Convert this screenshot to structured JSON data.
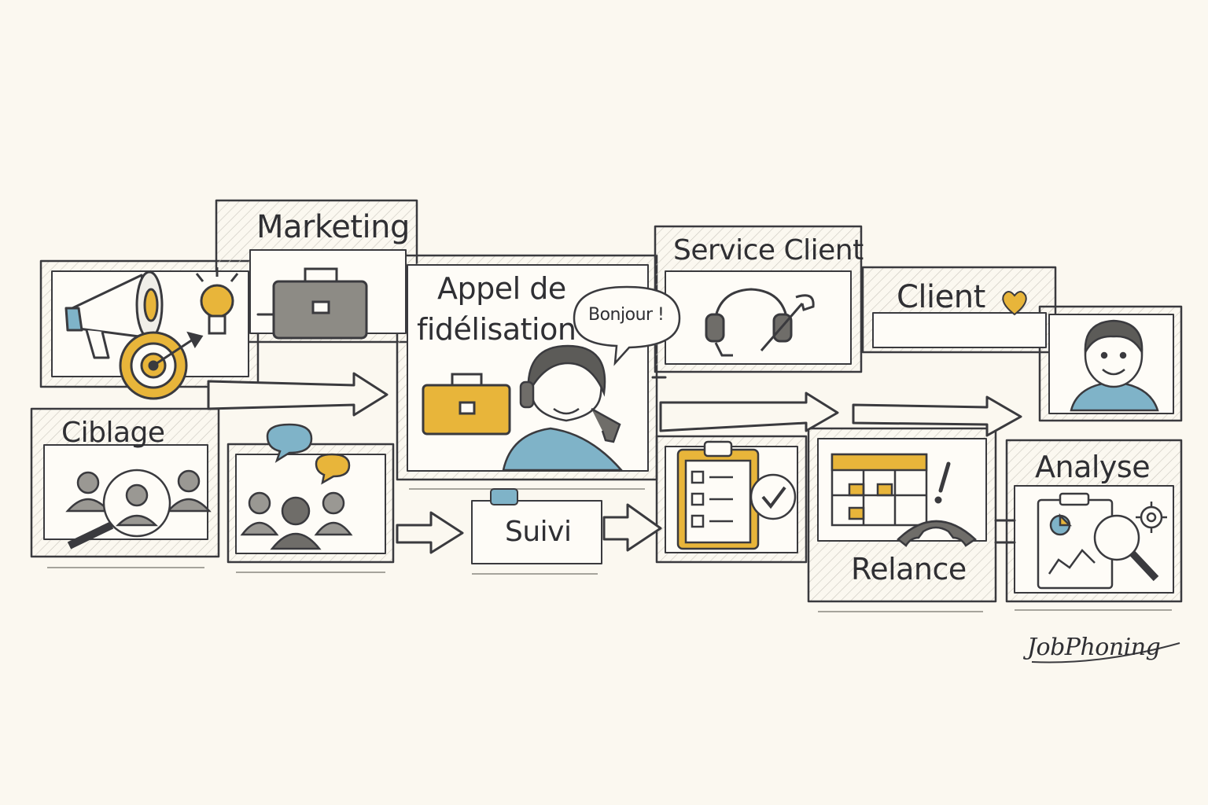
{
  "stages": {
    "marketing": "Marketing",
    "ciblage": "Ciblage",
    "appel": [
      "Appel de",
      "fidélisation"
    ],
    "bubble": "Bonjour !",
    "service_client": "Service Client",
    "client": "Client",
    "suivi": "Suivi",
    "relance": "Relance",
    "analyse": "Analyse"
  },
  "signature": "JobPhoning",
  "colors": {
    "ink": "#3a3a3e",
    "yellow": "#e8b53a",
    "blue": "#7fb3c8",
    "paper": "#fbf8f0"
  }
}
